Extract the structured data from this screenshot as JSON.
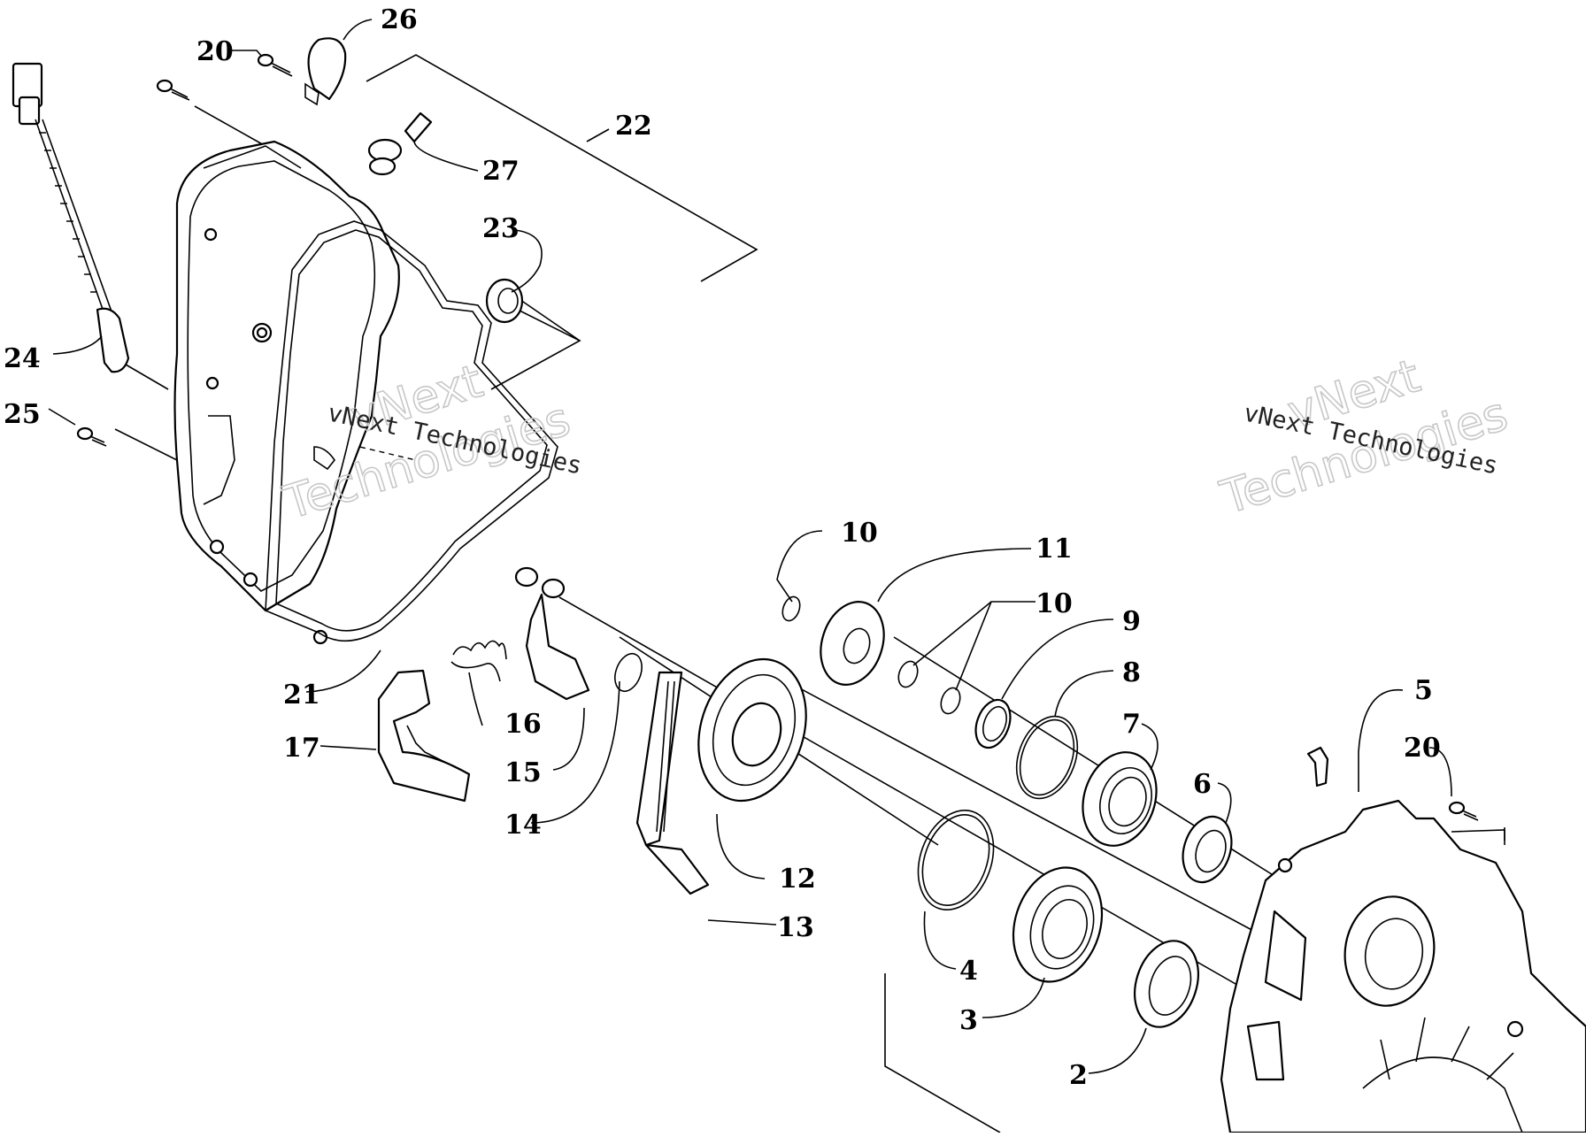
{
  "diagram": {
    "callouts": [
      {
        "id": "26",
        "text": "26"
      },
      {
        "id": "20a",
        "text": "20"
      },
      {
        "id": "22",
        "text": "22"
      },
      {
        "id": "27",
        "text": "27"
      },
      {
        "id": "23",
        "text": "23"
      },
      {
        "id": "24",
        "text": "24"
      },
      {
        "id": "25",
        "text": "25"
      },
      {
        "id": "21",
        "text": "21"
      },
      {
        "id": "17",
        "text": "17"
      },
      {
        "id": "16",
        "text": "16"
      },
      {
        "id": "15",
        "text": "15"
      },
      {
        "id": "14",
        "text": "14"
      },
      {
        "id": "13",
        "text": "13"
      },
      {
        "id": "12",
        "text": "12"
      },
      {
        "id": "10a",
        "text": "10"
      },
      {
        "id": "11",
        "text": "11"
      },
      {
        "id": "10b",
        "text": "10"
      },
      {
        "id": "9",
        "text": "9"
      },
      {
        "id": "8",
        "text": "8"
      },
      {
        "id": "7",
        "text": "7"
      },
      {
        "id": "6",
        "text": "6"
      },
      {
        "id": "5",
        "text": "5"
      },
      {
        "id": "20b",
        "text": "20"
      },
      {
        "id": "4",
        "text": "4"
      },
      {
        "id": "3",
        "text": "3"
      },
      {
        "id": "2",
        "text": "2"
      }
    ],
    "watermarks": [
      {
        "line1": "vNext Technologies",
        "line2": "vNext",
        "line3": "Technologies"
      },
      {
        "line1": "vNext Technologies",
        "line2": "vNext",
        "line3": "Technologies"
      }
    ]
  },
  "colors": {
    "ink": "#000000",
    "paper": "#ffffff",
    "watermark": "#c8c8c8"
  }
}
